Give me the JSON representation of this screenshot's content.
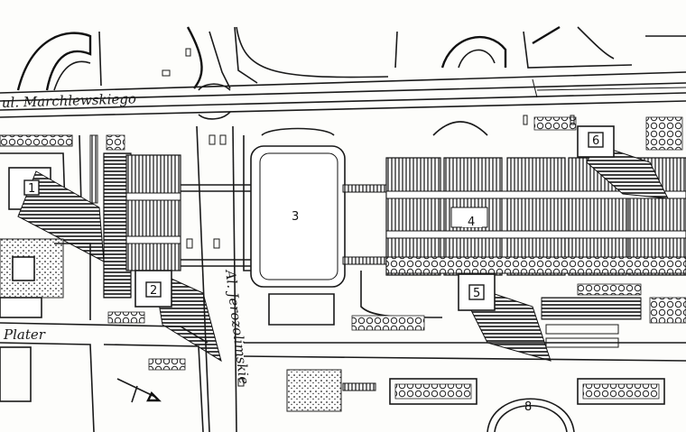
{
  "streets": {
    "marchlewskiego": "ul. Marchlewskiego",
    "jerozolimskie": "Al. Jerozolimskie",
    "plater": "Plater"
  },
  "labels": {
    "b1": "1",
    "b2": "2",
    "b3": "3",
    "b4": "4",
    "b5": "5",
    "b6": "6",
    "b8": "8"
  },
  "icons": {
    "north_arrow": "north-arrow-icon"
  }
}
